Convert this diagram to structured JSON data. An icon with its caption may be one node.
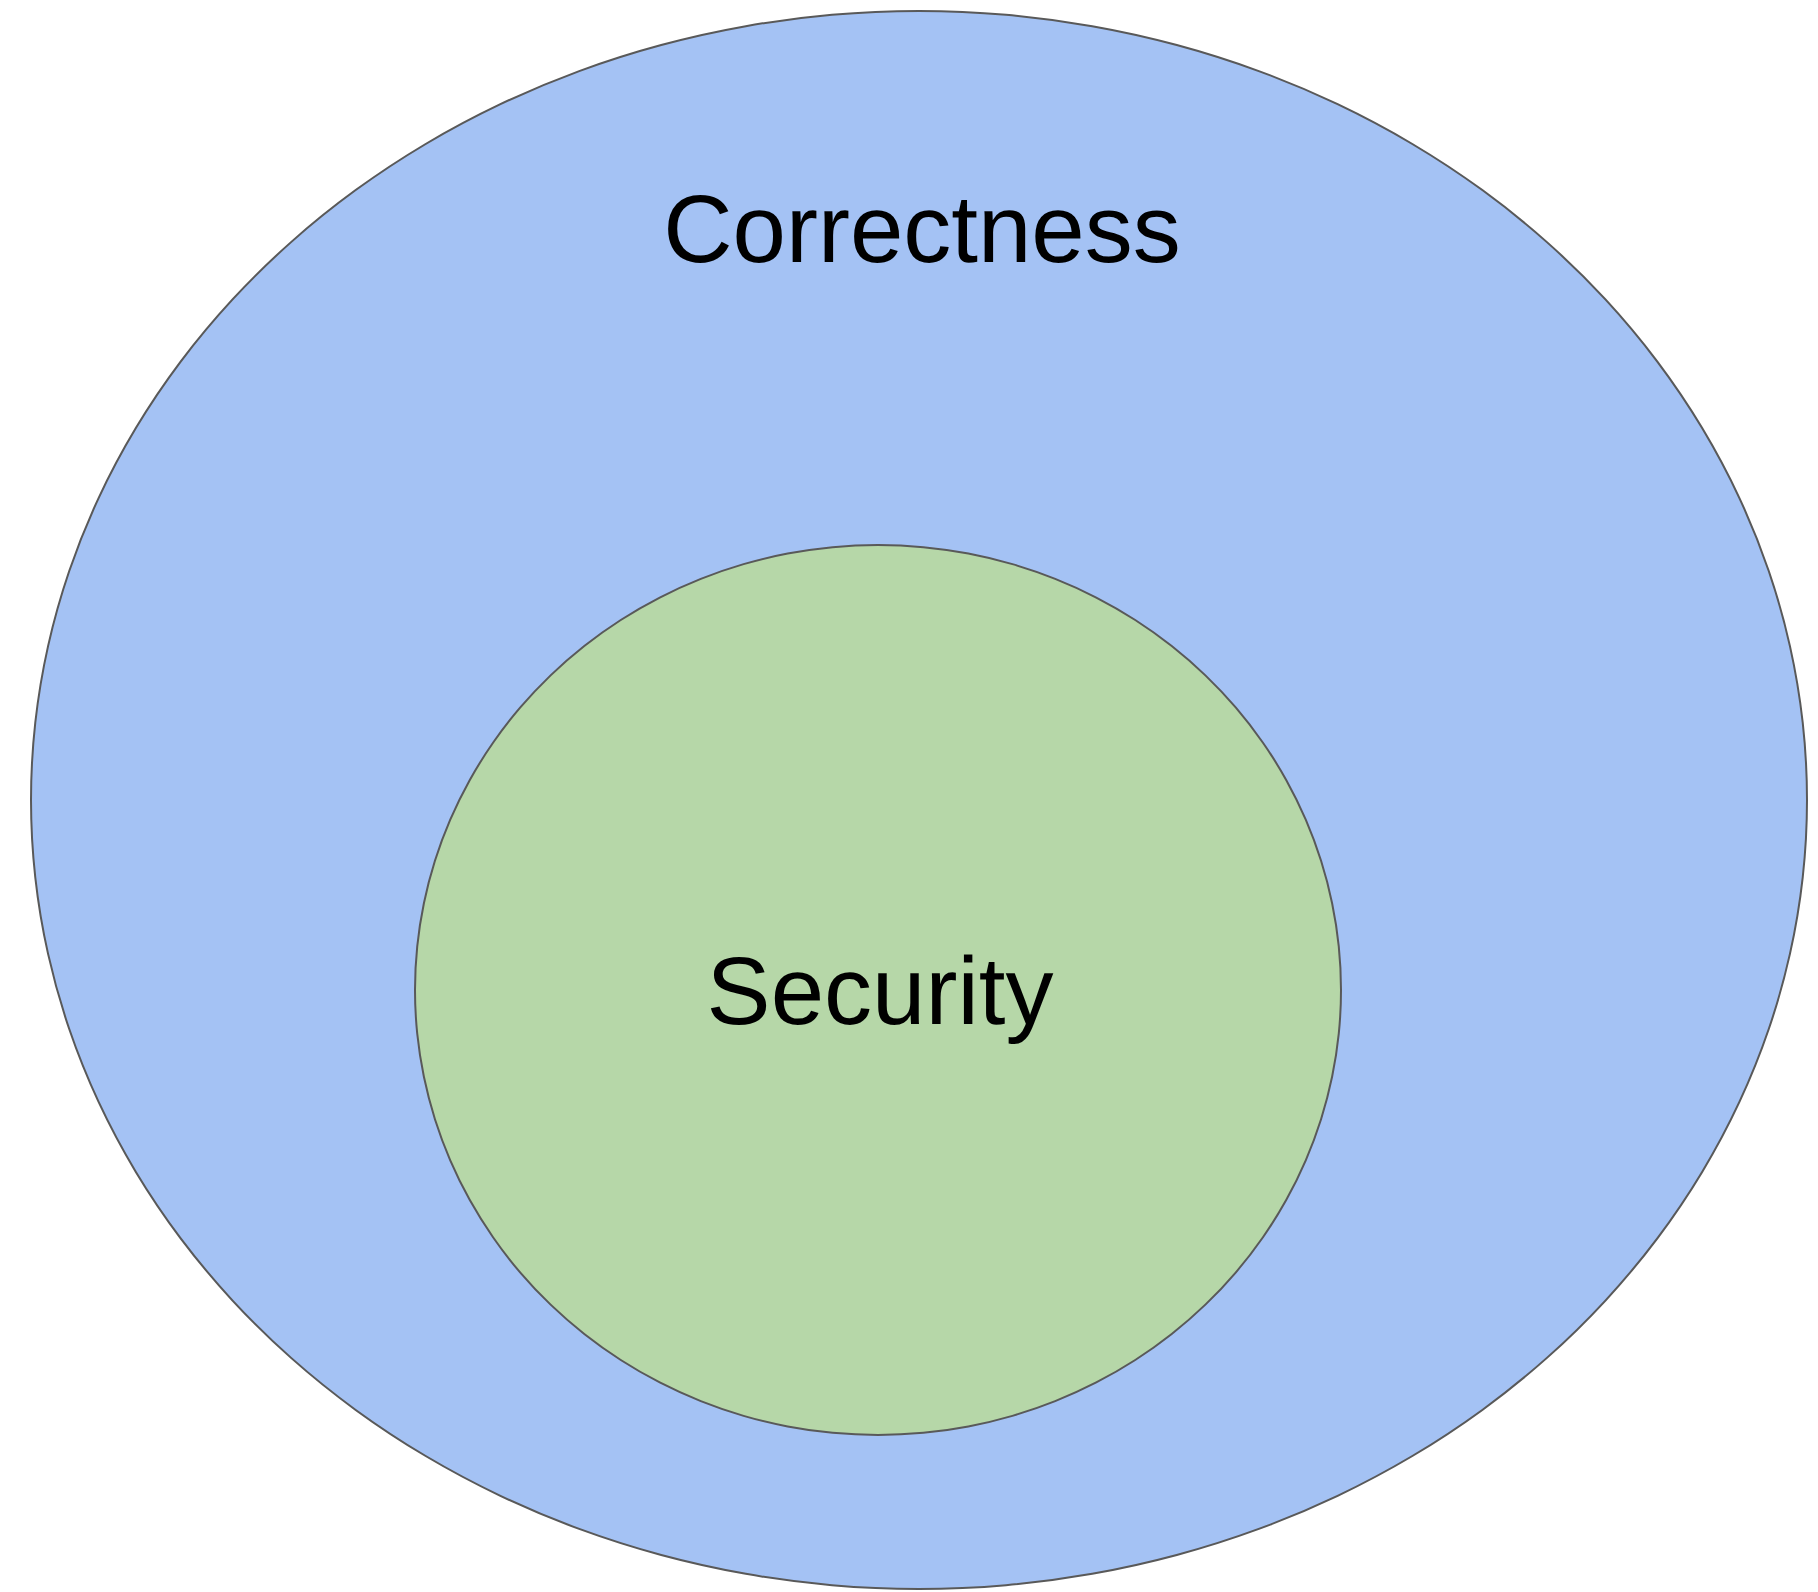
{
  "diagram": {
    "nodes": [
      {
        "text": [
          "Correctness"
        ]
      },
      {
        "text": [
          "Security"
        ],
        "in": 0
      }
    ]
  }
}
